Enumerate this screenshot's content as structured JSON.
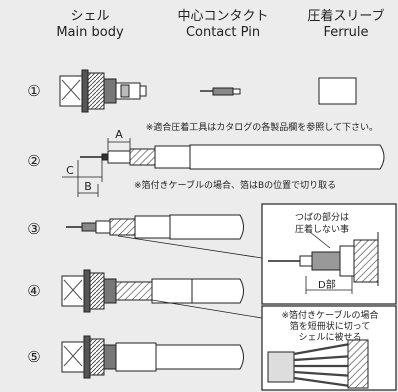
{
  "labels": {
    "main_body_jp": "シェル",
    "main_body_en": "Main body",
    "contact_jp": "中心コンタクト",
    "contact_en": "Contact Pin",
    "ferrule_jp": "圧着スリーブ",
    "ferrule_en": "Ferrule"
  },
  "steps": [
    "①",
    "②",
    "③",
    "④",
    "⑤"
  ],
  "notes": {
    "tool_note": "※適合圧着工具はカタログの各製品欄を参照して下さい。",
    "foil_b": "※箔付きケーブルの場合、箔はBの位置で切り取る",
    "flange_1": "つばの部分は",
    "flange_2": "圧着しない事",
    "foil_cut_1": "※箔付きケーブルの場合",
    "foil_cut_2": "箔を短冊状に切って",
    "foil_cut_3": "シェルに被せる"
  },
  "dims": {
    "a": "A",
    "b": "B",
    "c": "C",
    "d": "D部"
  },
  "colors": {
    "background": "#ececec",
    "line": "#222222",
    "white": "#ffffff",
    "braid": "#888888",
    "metal": "#555555"
  }
}
